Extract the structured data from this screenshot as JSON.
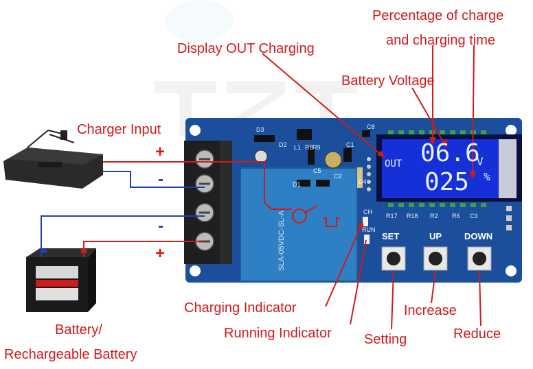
{
  "labels": {
    "percent_charge_line1": "Percentage of charge",
    "percent_charge_line2": "and charging time",
    "display_out": "Display OUT Charging",
    "battery_voltage": "Battery Voltage",
    "charger_input": "Charger Input",
    "charging_indicator": "Charging Indicator",
    "running_indicator": "Running Indicator",
    "setting": "Setting",
    "increase": "Increase",
    "reduce": "Reduce",
    "battery_line1": "Battery/",
    "battery_line2": "Rechargeable Battery"
  },
  "polarity": {
    "top_plus": "+",
    "top_minus": "-",
    "bottom_minus": "-",
    "bottom_plus": "+"
  },
  "lcd": {
    "out": "OUT",
    "voltage": "06.6",
    "voltage_unit": "V",
    "percent": "025",
    "percent_unit": "%"
  },
  "board": {
    "set": "SET",
    "up": "UP",
    "down": "DOWN",
    "ch": "CH",
    "run": "RUN",
    "relay_text": "SLA-05VDC-SL-A",
    "parts": {
      "d3": "D3",
      "d2": "D2",
      "l1": "L1",
      "r8": "R8",
      "r9": "R9",
      "c5": "C5",
      "c1": "C1",
      "d1": "D1",
      "c2": "C2",
      "d4": "D4",
      "c8": "C8",
      "r17": "R17",
      "r18": "R18",
      "r2": "R2",
      "r6": "R6",
      "c3": "C3"
    }
  },
  "watermark": "TZT",
  "colors": {
    "red_line": "#d11a1a",
    "blue_line": "#1a3fb0",
    "pcb": "#1b4f9c",
    "lcd": "#1530d8",
    "relay": "#2f7fc4"
  }
}
